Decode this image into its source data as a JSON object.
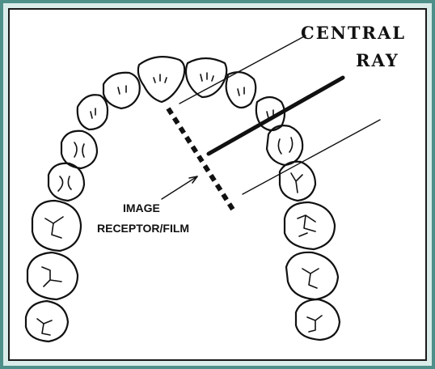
{
  "labels": {
    "central_ray_line1": "CENTRAL",
    "central_ray_line2": "RAY",
    "image_receptor_line1": "IMAGE",
    "image_receptor_line2": "RECEPTOR/FILM"
  },
  "colors": {
    "frame_outer": "#4f8f8a",
    "frame_fill": "#d9ece9",
    "ink": "#111111"
  }
}
